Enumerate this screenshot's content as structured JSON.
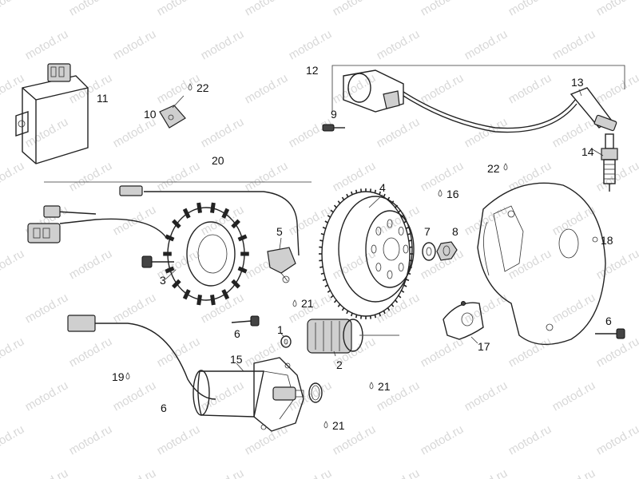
{
  "watermark": "motod.ru",
  "callouts": [
    {
      "id": "c1",
      "text": "1"
    },
    {
      "id": "c2",
      "text": "2"
    },
    {
      "id": "c3",
      "text": "3"
    },
    {
      "id": "c4",
      "text": "4"
    },
    {
      "id": "c5",
      "text": "5"
    },
    {
      "id": "c6a",
      "text": "6"
    },
    {
      "id": "c6b",
      "text": "6"
    },
    {
      "id": "c6c",
      "text": "6"
    },
    {
      "id": "c7",
      "text": "7"
    },
    {
      "id": "c8",
      "text": "8"
    },
    {
      "id": "c9",
      "text": "9"
    },
    {
      "id": "c10",
      "text": "10"
    },
    {
      "id": "c11",
      "text": "11"
    },
    {
      "id": "c12",
      "text": "12"
    },
    {
      "id": "c13",
      "text": "13"
    },
    {
      "id": "c14",
      "text": "14"
    },
    {
      "id": "c15",
      "text": "15"
    },
    {
      "id": "c16",
      "text": "16"
    },
    {
      "id": "c17",
      "text": "17"
    },
    {
      "id": "c18",
      "text": "18"
    },
    {
      "id": "c19",
      "text": "19"
    },
    {
      "id": "c20",
      "text": "20"
    },
    {
      "id": "c21a",
      "text": "21"
    },
    {
      "id": "c21b",
      "text": "21"
    },
    {
      "id": "c21c",
      "text": "21"
    },
    {
      "id": "c22a",
      "text": "22"
    },
    {
      "id": "c22b",
      "text": "22"
    }
  ]
}
